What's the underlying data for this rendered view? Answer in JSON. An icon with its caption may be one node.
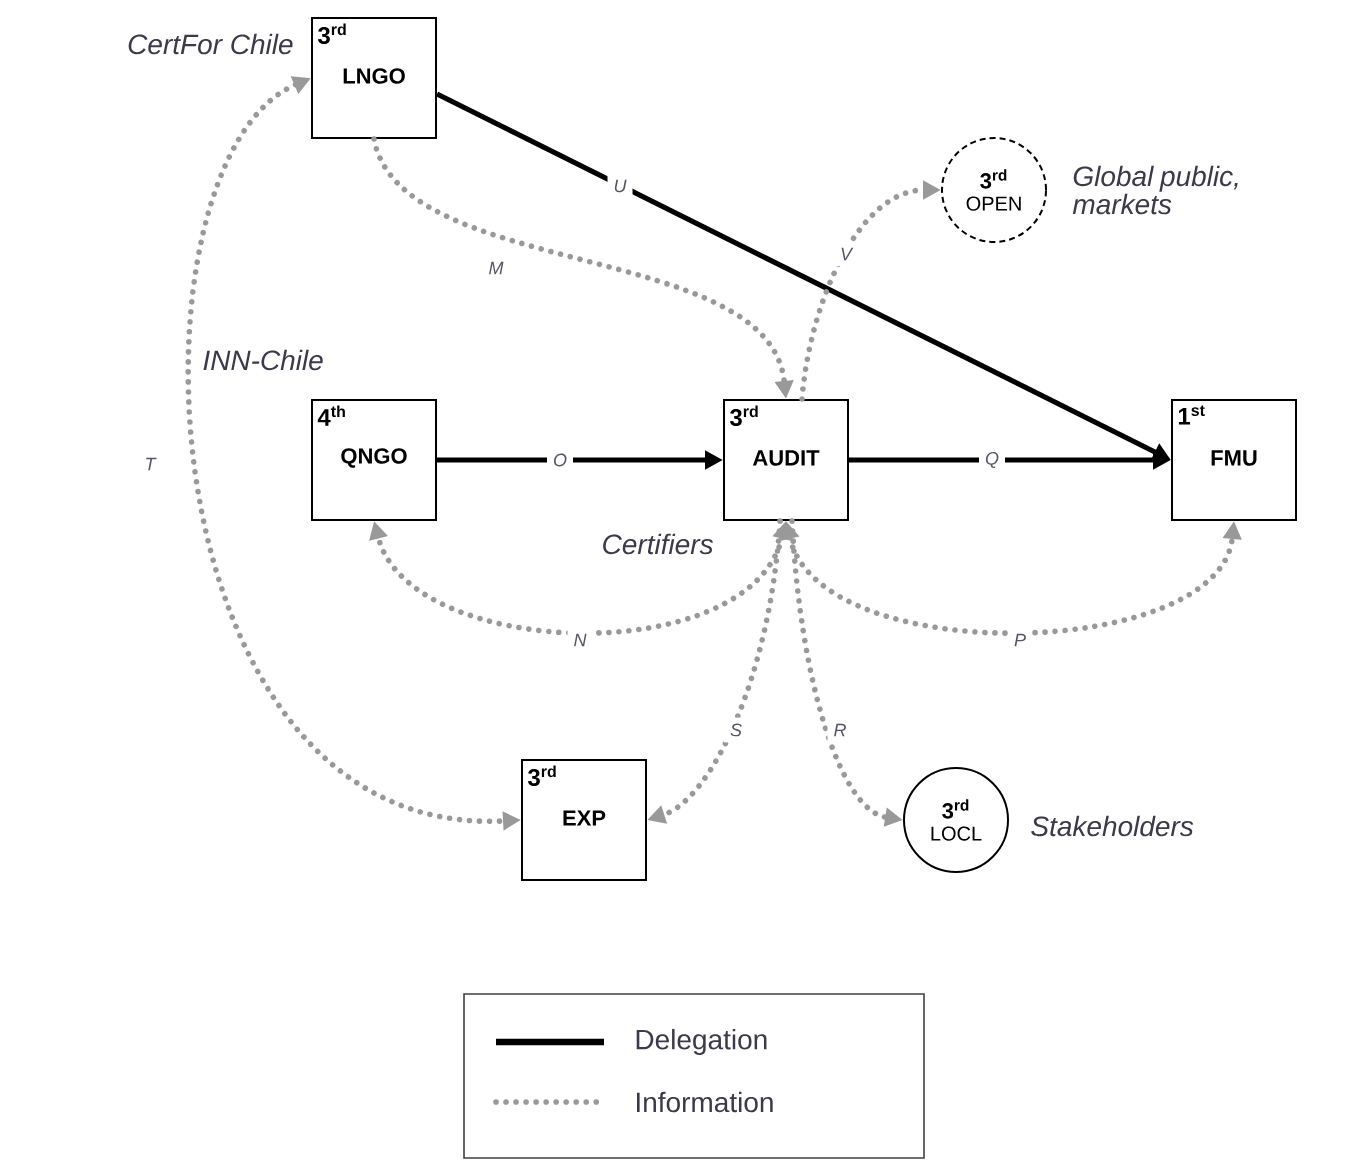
{
  "diagram": {
    "nodes": [
      {
        "text": [
          "3$^{rd}$",
          "LNGO"
        ],
        "beside": [
          "CertFor Chile"
        ]
      },
      {
        "text": [
          "3$^{rd}$",
          "OPEN"
        ],
        "beside": [
          "Global public, markets"
        ]
      },
      {
        "text": [
          "4$^{th}$",
          "QNGO"
        ],
        "beside": [
          "INN-Chile"
        ]
      },
      {
        "text": [
          "3$^{rd}$",
          "AUDIT"
        ],
        "beside": [
          "Certifiers"
        ]
      },
      {
        "text": [
          "1$^{st}$",
          "FMU"
        ]
      },
      {
        "text": [
          "3$^{rd}$",
          "EXP"
        ]
      },
      {
        "text": [
          "3$^{rd}$",
          "LOCL"
        ],
        "beside": [
          "Stakeholders"
        ]
      }
    ],
    "edges": [
      {
        "from": 0,
        "to": 4,
        "arrow": "to",
        "label": "U",
        "color": "#000000"
      },
      {
        "from": 0,
        "to": 3,
        "arrow": "to",
        "label": "M",
        "style": "dashed",
        "color": "#999999"
      },
      {
        "from": 3,
        "to": 1,
        "arrow": "to",
        "label": "V",
        "style": "dashed",
        "color": "#999999"
      },
      {
        "from": 2,
        "to": 3,
        "arrow": "to",
        "label": "O",
        "color": "#000000"
      },
      {
        "from": 3,
        "to": 4,
        "arrow": "to",
        "label": "Q",
        "color": "#000000"
      },
      {
        "from": 0,
        "to": 5,
        "arrow": "both",
        "label": "T",
        "style": "dashed",
        "color": "#999999"
      },
      {
        "from": 3,
        "to": 2,
        "arrow": "both",
        "label": "N",
        "style": "dashed",
        "color": "#999999"
      },
      {
        "from": 3,
        "to": 4,
        "arrow": "both",
        "label": "P",
        "style": "dashed",
        "color": "#999999"
      },
      {
        "from": 3,
        "to": 5,
        "arrow": "to",
        "label": "S",
        "style": "dashed",
        "color": "#999999"
      },
      {
        "from": 3,
        "to": 6,
        "arrow": "to",
        "label": "R",
        "style": "dashed",
        "color": "#999999"
      }
    ],
    "legend": [
      {
        "text": "Delegation"
      },
      {
        "text": "Information"
      }
    ]
  }
}
